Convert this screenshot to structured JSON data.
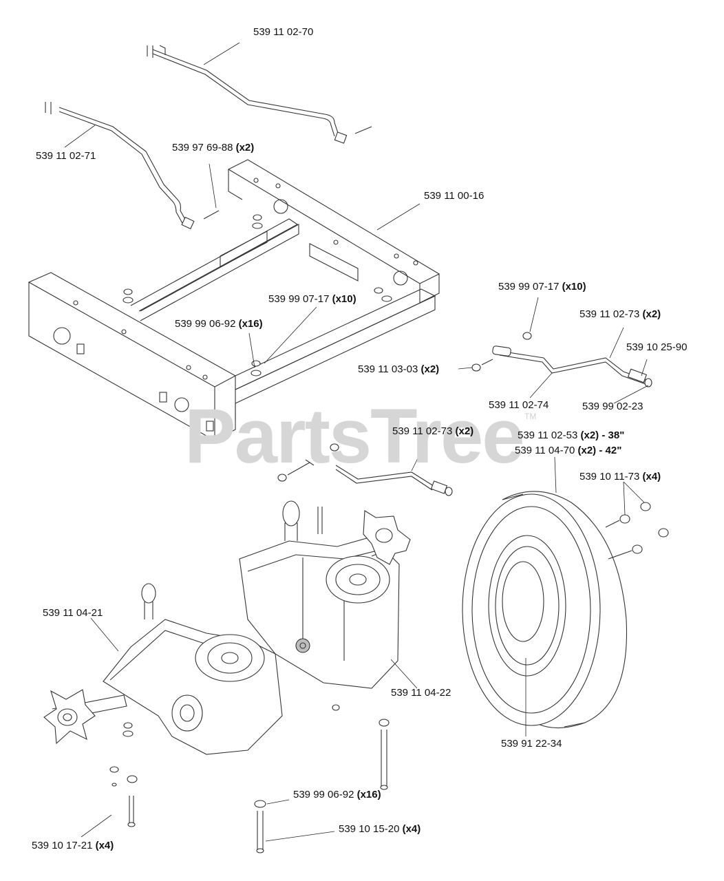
{
  "watermark": {
    "text": "PartsTree",
    "tm": "TM"
  },
  "labels": [
    {
      "id": "539-11-02-70",
      "num": "539 11 02-70",
      "qty": "",
      "suffix": ""
    },
    {
      "id": "539-11-02-71",
      "num": "539 11 02-71",
      "qty": "",
      "suffix": ""
    },
    {
      "id": "539-97-69-88",
      "num": "539 97 69-88",
      "qty": "(x2)",
      "suffix": ""
    },
    {
      "id": "539-11-00-16",
      "num": "539 11 00-16",
      "qty": "",
      "suffix": ""
    },
    {
      "id": "539-99-07-17-a",
      "num": "539 99 07-17",
      "qty": "(x10)",
      "suffix": ""
    },
    {
      "id": "539-99-06-92-a",
      "num": "539 99 06-92",
      "qty": "(x16)",
      "suffix": ""
    },
    {
      "id": "539-99-07-17-b",
      "num": "539 99 07-17",
      "qty": "(x10)",
      "suffix": ""
    },
    {
      "id": "539-11-02-73-a",
      "num": "539 11 02-73",
      "qty": "(x2)",
      "suffix": ""
    },
    {
      "id": "539-10-25-90",
      "num": "539 10 25-90",
      "qty": "",
      "suffix": ""
    },
    {
      "id": "539-11-03-03",
      "num": "539 11 03-03",
      "qty": "(x2)",
      "suffix": ""
    },
    {
      "id": "539-11-02-74",
      "num": "539 11 02-74",
      "qty": "",
      "suffix": ""
    },
    {
      "id": "539-99-02-23",
      "num": "539 99 02-23",
      "qty": "",
      "suffix": ""
    },
    {
      "id": "539-11-02-73-b",
      "num": "539 11 02-73",
      "qty": "(x2)",
      "suffix": ""
    },
    {
      "id": "539-11-02-53",
      "num": "539 11 02-53",
      "qty": "(x2)",
      "suffix": "- 38\""
    },
    {
      "id": "539-11-04-70",
      "num": "539 11 04-70",
      "qty": "(x2)",
      "suffix": "- 42\""
    },
    {
      "id": "539-10-11-73",
      "num": "539 10 11-73",
      "qty": "(x4)",
      "suffix": ""
    },
    {
      "id": "539-11-04-21",
      "num": "539 11 04-21",
      "qty": "",
      "suffix": ""
    },
    {
      "id": "539-11-04-22",
      "num": "539 11 04-22",
      "qty": "",
      "suffix": ""
    },
    {
      "id": "539-91-22-34",
      "num": "539 91 22-34",
      "qty": "",
      "suffix": ""
    },
    {
      "id": "539-99-06-92-b",
      "num": "539 99 06-92",
      "qty": "(x16)",
      "suffix": ""
    },
    {
      "id": "539-10-15-20",
      "num": "539 10 15-20",
      "qty": "(x4)",
      "suffix": ""
    },
    {
      "id": "539-10-17-21",
      "num": "539 10 17-21",
      "qty": "(x4)",
      "suffix": ""
    }
  ]
}
